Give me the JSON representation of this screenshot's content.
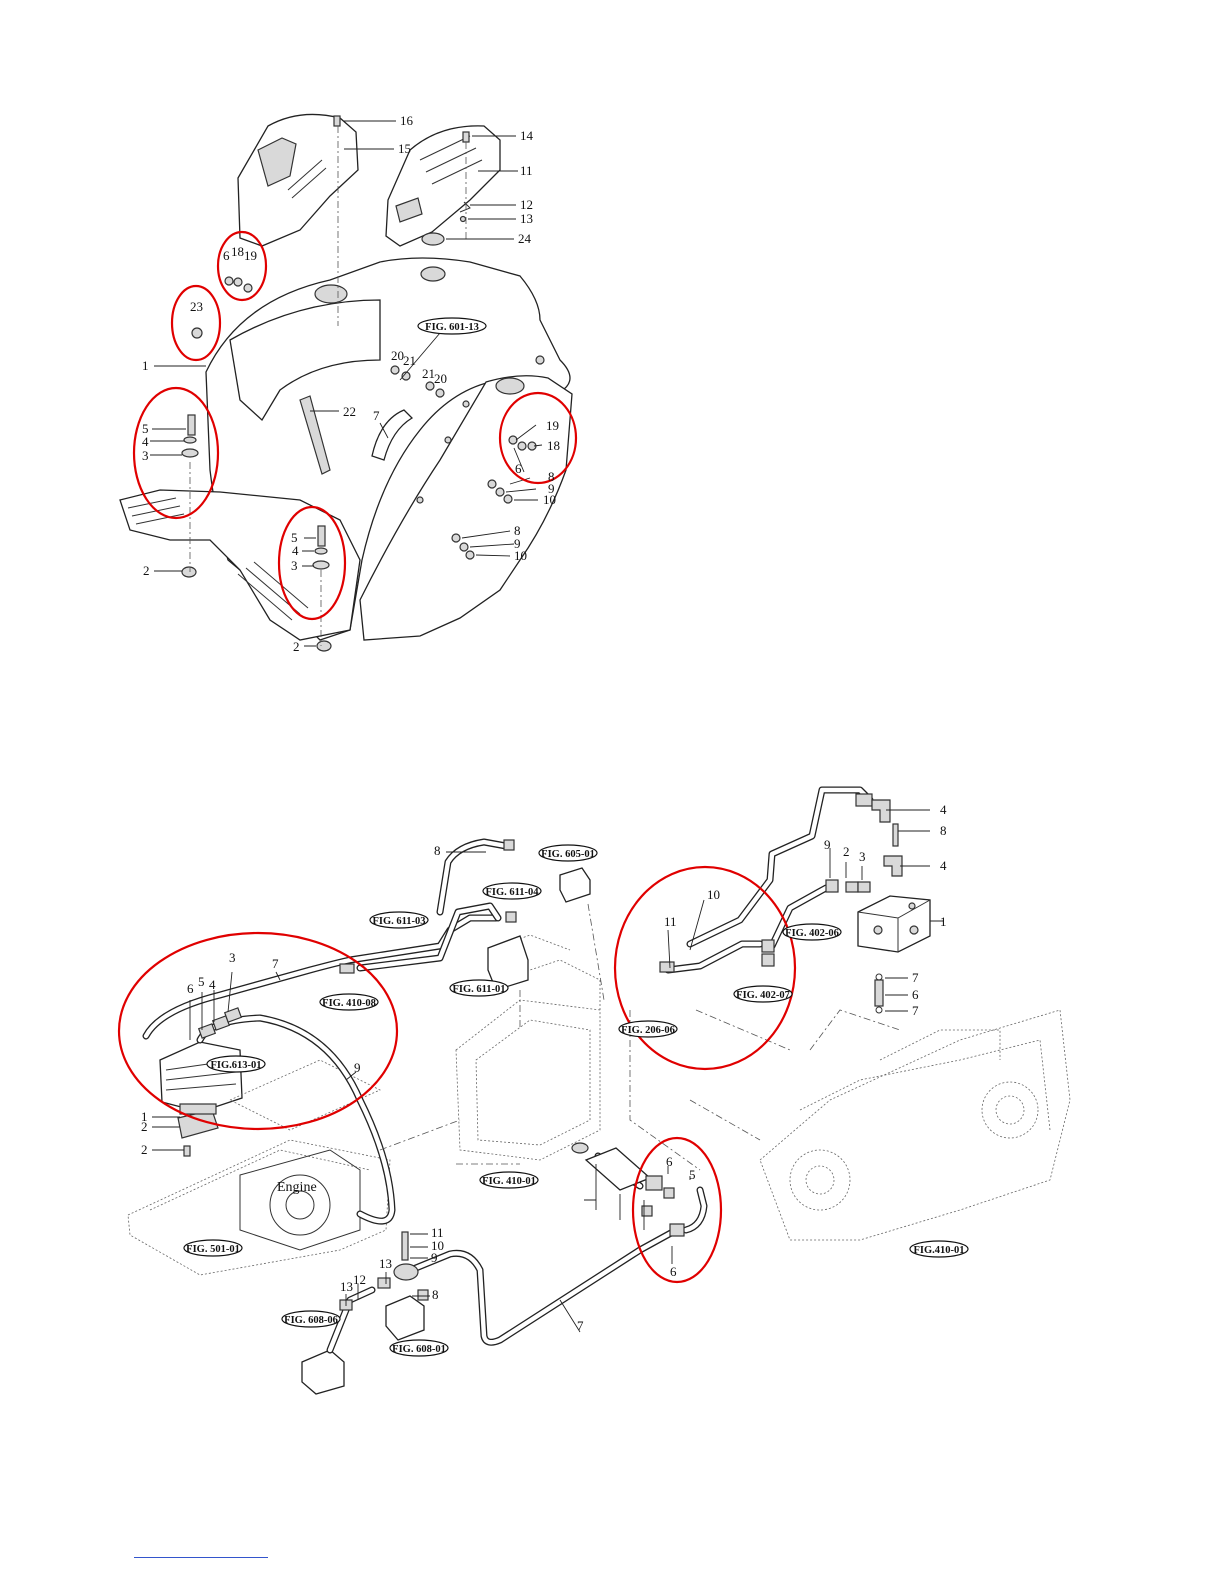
{
  "top_diagram": {
    "part_labels": [
      "1",
      "2",
      "2",
      "3",
      "3",
      "4",
      "4",
      "5",
      "5",
      "6",
      "6",
      "7",
      "8",
      "8",
      "9",
      "9",
      "10",
      "10",
      "11",
      "12",
      "13",
      "14",
      "15",
      "16",
      "18",
      "18",
      "19",
      "19",
      "20",
      "20",
      "21",
      "21",
      "22",
      "23",
      "24"
    ],
    "figure_refs": [
      "FIG. 601-13"
    ]
  },
  "bottom_diagram": {
    "engine_label": "Engine",
    "part_labels": [
      "1",
      "1",
      "2",
      "2",
      "2",
      "3",
      "3",
      "4",
      "4",
      "4",
      "5",
      "5",
      "6",
      "6",
      "6",
      "6",
      "7",
      "7",
      "7",
      "7",
      "8",
      "8",
      "8",
      "9",
      "9",
      "9",
      "10",
      "10",
      "11",
      "11",
      "12",
      "13",
      "13"
    ],
    "figure_refs": [
      "FIG. 605-01",
      "FIG. 611-04",
      "FIG. 611-03",
      "FIG. 611-01",
      "FIG. 410-08",
      "FIG.613-01",
      "FIG. 410-01",
      "FIG. 501-01",
      "FIG. 608-06",
      "FIG. 608-01",
      "FIG. 402-06",
      "FIG. 402-07",
      "FIG. 206-06",
      "FIG.410-01"
    ]
  },
  "highlight_color": "#e00000"
}
